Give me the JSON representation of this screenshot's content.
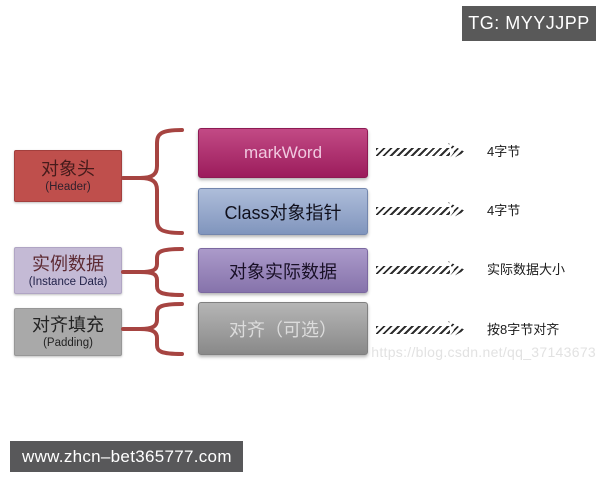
{
  "badges": {
    "tg": "TG: MYYJJPP",
    "bottom": "www.zhcn–bet365777.com",
    "watermark": "https://blog.csdn.net/qq_37143673"
  },
  "group_labels": [
    {
      "title": "对象头",
      "subtitle": "(Header)"
    },
    {
      "title": "实例数据",
      "subtitle": "(Instance Data)"
    },
    {
      "title": "对齐填充",
      "subtitle": "(Padding)"
    }
  ],
  "blocks": [
    {
      "label": "markWord"
    },
    {
      "label": "Class对象指针"
    },
    {
      "label": "对象实际数据"
    },
    {
      "label": "对齐（可选）"
    }
  ],
  "annotations": [
    {
      "text": "4字节"
    },
    {
      "text": "4字节"
    },
    {
      "text": "实际数据大小"
    },
    {
      "text": "按8字节对齐"
    }
  ],
  "colors": {
    "markword_box": "#a8205f",
    "class_pointer_box": "#8fa3c8",
    "instance_data_box": "#9583b8",
    "padding_box": "#9a9a9a",
    "header_label_box": "#bf4f4c",
    "instance_label_box": "#c4bad5",
    "padding_label_box": "#a9a9a9",
    "brace": "#a64441",
    "badge_background": "#595959"
  }
}
